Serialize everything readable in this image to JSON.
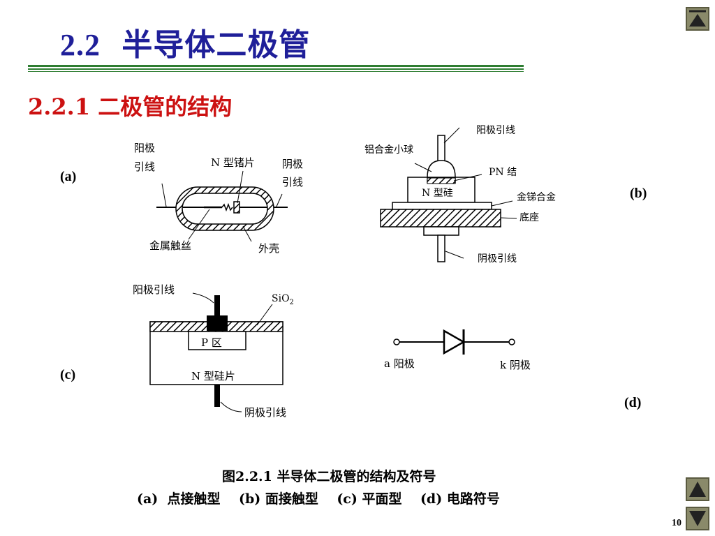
{
  "slide": {
    "title_num": "2.2",
    "title_text": "半导体二极管",
    "subtitle": "2.2.1  二极管的结构",
    "page_number": "10"
  },
  "panel_a": {
    "tag": "(a)",
    "anode_line1": "阳极",
    "anode_line2": "引线",
    "ge_chip": "N 型锗片",
    "cathode_line1": "阴极",
    "cathode_line2": "引线",
    "metal_wire": "金属触丝",
    "shell": "外壳"
  },
  "panel_b": {
    "tag": "(b)",
    "anode_lead": "阳极引线",
    "al_ball": "铝合金小球",
    "pn_junction": "PN 结",
    "n_si": "N 型硅",
    "ausb": "金锑合金",
    "base": "底座",
    "cathode_lead": "阴极引线"
  },
  "panel_c": {
    "tag": "(c)",
    "anode_lead": "阳极引线",
    "sio2": "SiO",
    "sio2_sub": "2",
    "p_region": "P 区",
    "n_chip": "N 型硅片",
    "cathode_lead": "阴极引线"
  },
  "panel_d": {
    "tag": "(d)",
    "anode": "a  阳极",
    "cathode": "k  阴极"
  },
  "caption": {
    "line1": "图2.2.1  半导体二极管的结构及符号",
    "line2": "(a)  点接触型    (b) 面接触型    (c) 平面型    (d) 电路符号"
  },
  "nav": {
    "top_icon": "triangle-up-icon",
    "up_icon": "triangle-up-icon",
    "down_icon": "triangle-down-icon"
  },
  "colors": {
    "title": "#1f1f99",
    "subtitle": "#cc1111",
    "rule": "#2e7d32"
  }
}
